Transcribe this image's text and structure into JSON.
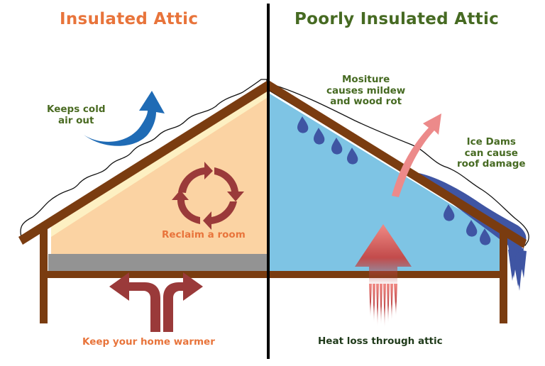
{
  "left_panel": {
    "title": "Insulated Attic",
    "title_color": "#e8743b",
    "labels": {
      "cold_air": [
        "Keeps cold",
        "air out"
      ],
      "reclaim": "Reclaim a room",
      "warmer": "Keep your home warmer"
    },
    "colors": {
      "attic_fill": "#fbd3a3",
      "insulation_band": "#939393",
      "arrow_blue": "#1f6bb5",
      "arrow_maroon": "#9a3a3a",
      "label_green": "#4a6b22",
      "label_orange": "#e8743b"
    }
  },
  "right_panel": {
    "title": "Poorly Insulated Attic",
    "title_color": "#466a22",
    "labels": {
      "moisture": [
        "Mositure",
        "causes mildew",
        "and wood rot"
      ],
      "ice_dams": [
        "Ice Dams",
        "can cause",
        "roof damage"
      ],
      "heat_loss": "Heat loss through attic"
    },
    "colors": {
      "attic_fill": "#7ec4e4",
      "drop_blue": "#3f55a3",
      "arrow_pink": "#ec8a8a",
      "label_green": "#466a22",
      "label_dark": "#1f3a1a"
    }
  },
  "structure": {
    "wood_color": "#7a3c10",
    "divider_color": "#000000"
  }
}
